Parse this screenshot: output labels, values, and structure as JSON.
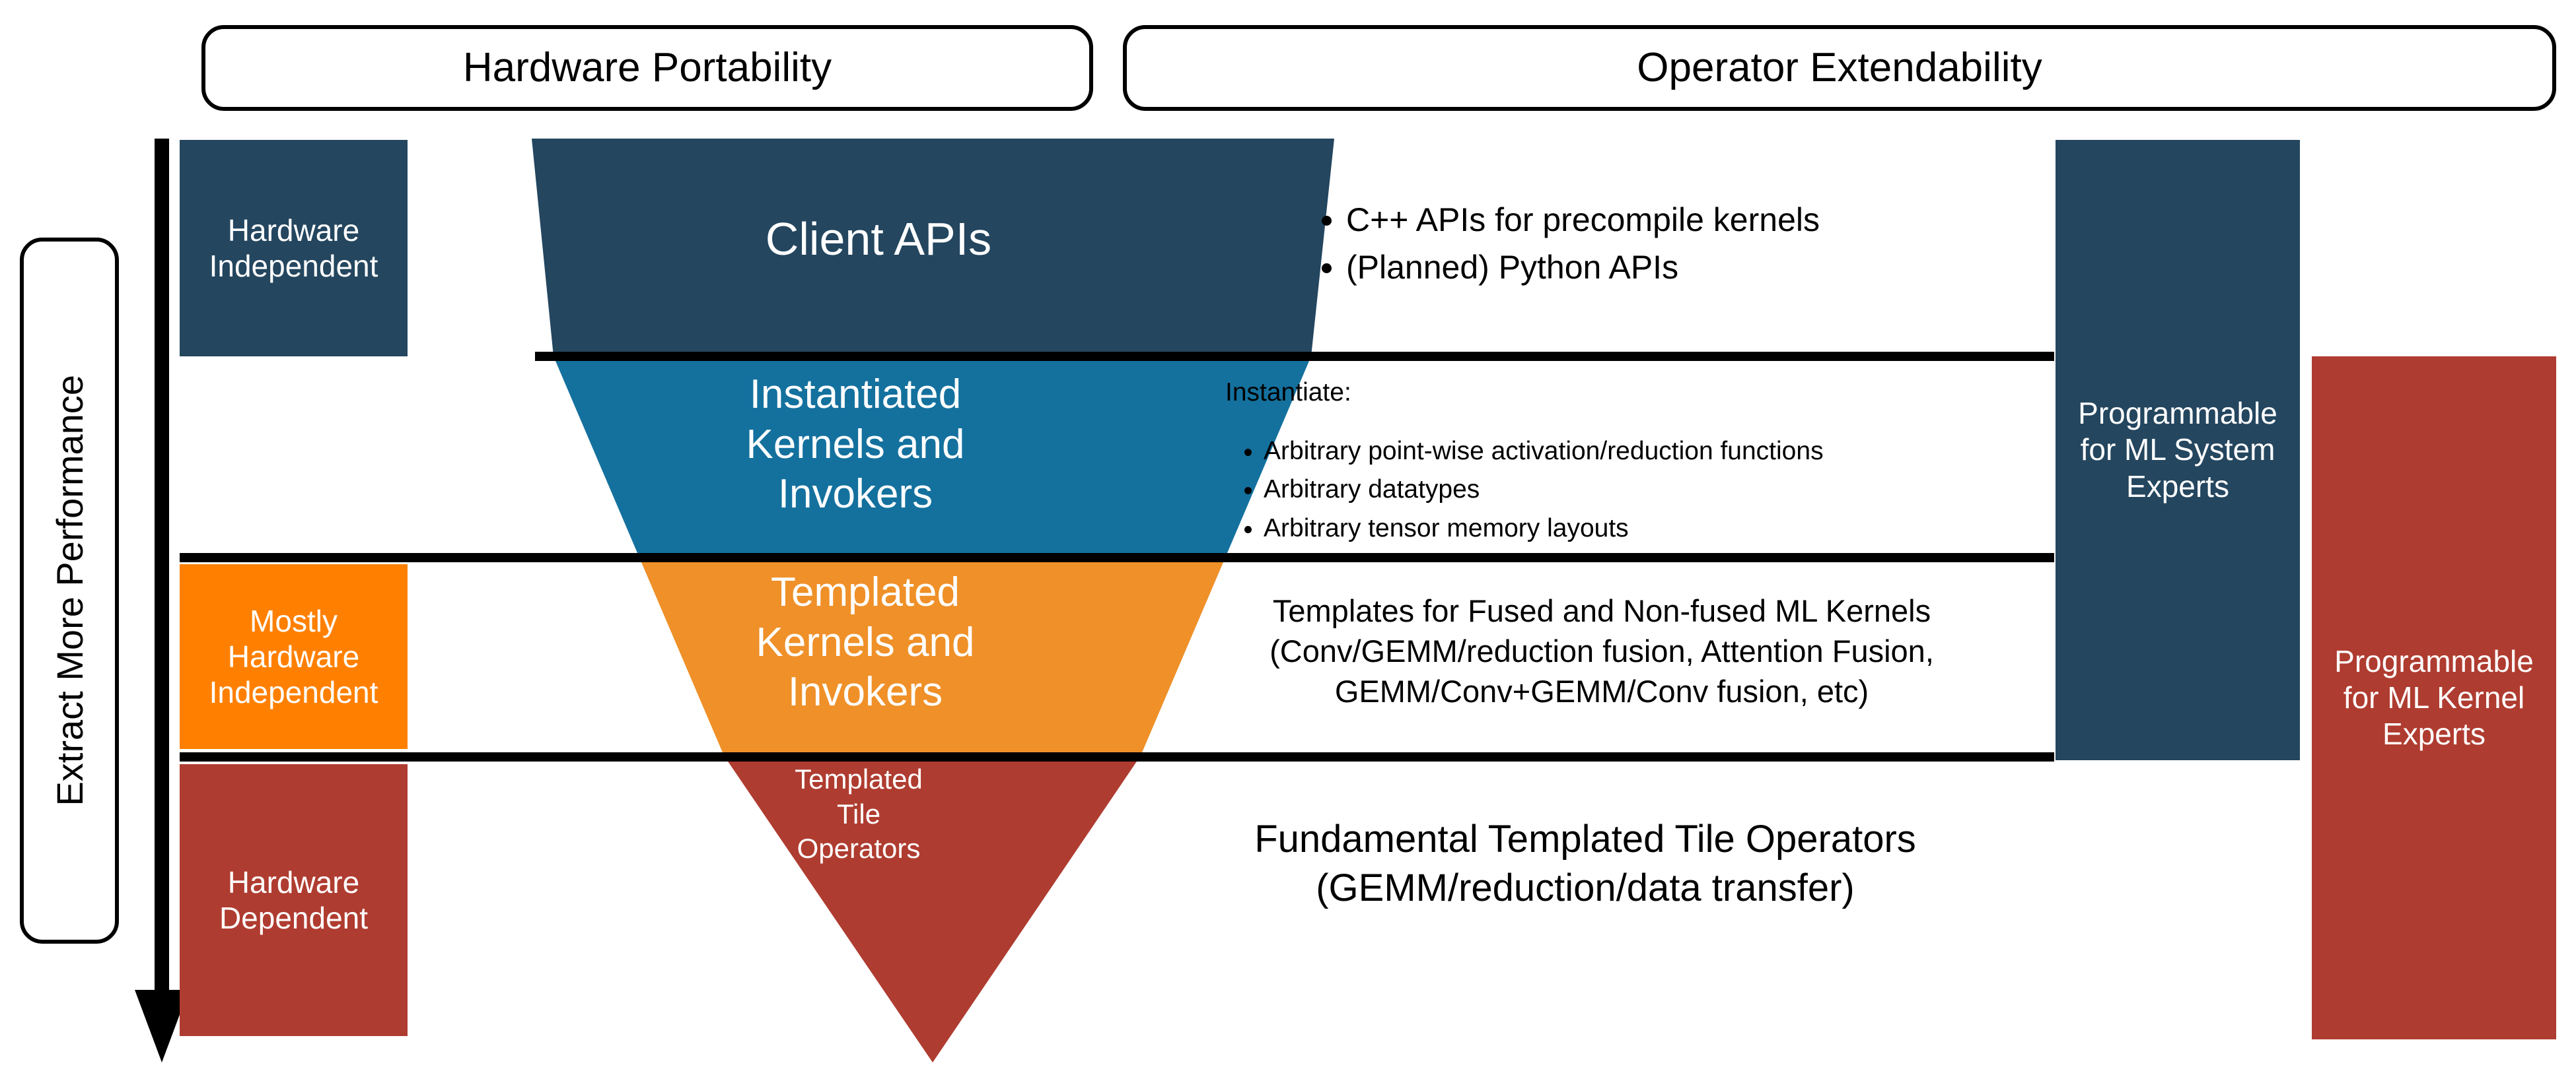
{
  "headers": {
    "hardware_portability": "Hardware Portability",
    "operator_extendability": "Operator Extendability"
  },
  "left_axis": {
    "label": "Extract More Performance",
    "arrow_direction": "down"
  },
  "hardware_levels": [
    {
      "label": "Hardware\nIndependent",
      "color": "#24465F"
    },
    {
      "label": "Mostly\nHardware\nIndependent",
      "color": "#FF8000"
    },
    {
      "label": "Hardware\nDependent",
      "color": "#AF3C30"
    }
  ],
  "funnel_layers": [
    {
      "name": "Client APIs",
      "color": "#24465F"
    },
    {
      "name": "Instantiated\nKernels and\nInvokers",
      "color": "#14719E"
    },
    {
      "name": "Templated\nKernels and\nInvokers",
      "color": "#EF9028"
    },
    {
      "name": "Templated\nTile\nOperators",
      "color": "#AF3C30"
    }
  ],
  "descriptions": {
    "client_apis": {
      "bullets": [
        "C++ APIs for precompile kernels",
        "(Planned) Python APIs"
      ]
    },
    "instantiated": {
      "intro": "Instantiate:",
      "bullets": [
        "Arbitrary point-wise activation/reduction functions",
        "Arbitrary datatypes",
        "Arbitrary tensor memory layouts"
      ]
    },
    "templated_kernels": {
      "lines": [
        "Templates for Fused and Non-fused ML Kernels",
        "(Conv/GEMM/reduction fusion, Attention Fusion,",
        "GEMM/Conv+GEMM/Conv fusion, etc)"
      ]
    },
    "tile_operators": {
      "lines": [
        "Fundamental Templated Tile Operators",
        "(GEMM/reduction/data transfer)"
      ]
    }
  },
  "expert_bars": [
    {
      "label": "Programmable\nfor ML System\nExperts",
      "color": "#24465F"
    },
    {
      "label": "Programmable\nfor ML Kernel\nExperts",
      "color": "#AF3C30"
    }
  ],
  "colors": {
    "dark_navy": "#24465F",
    "medium_blue": "#14719E",
    "orange": "#EF9028",
    "bright_orange": "#FF8000",
    "red": "#AF3C30",
    "rule_black": "#000000",
    "background": "#FFFFFF"
  }
}
